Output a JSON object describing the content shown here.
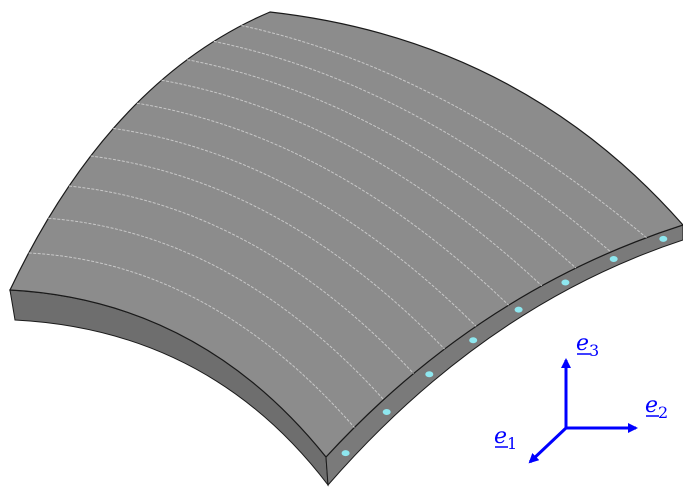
{
  "figure": {
    "object": "curved-composite-shell-segment",
    "colors": {
      "top_surface": "#8c8c8c",
      "front_face": "#6e6e6e",
      "side_face": "#7a7a7a",
      "outline": "#1a1a1a",
      "ply_lines": "#c8c8c8",
      "fiber_markers": "#8ee7ef",
      "axes": "#0000ff"
    },
    "fiber_marker_count": 8,
    "ply_line_count": 10
  },
  "axes": {
    "e1": {
      "base": "e",
      "sub": "1"
    },
    "e2": {
      "base": "e",
      "sub": "2"
    },
    "e3": {
      "base": "e",
      "sub": "3"
    }
  }
}
